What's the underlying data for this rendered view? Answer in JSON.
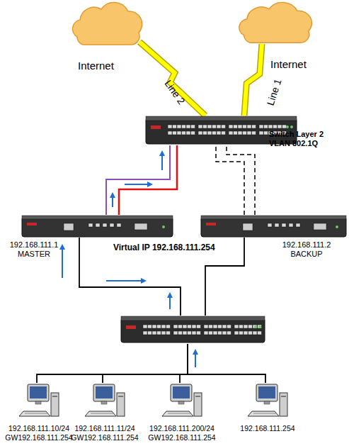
{
  "diagram": {
    "nodes": [
      {
        "text": [
          "Internet"
        ]
      },
      {
        "text": [
          "Internet"
        ]
      },
      {
        "text": [
          "Switch Layer 2 VLAN 802.1Q"
        ]
      },
      {
        "text": [
          "192.168.111.1 MASTER"
        ]
      },
      {
        "text": [
          "192.168.111.2 BACKUP"
        ]
      },
      {
        "text": []
      },
      {
        "text": [
          "192.168.111.10/24 GW192.168.111.254"
        ]
      },
      {
        "text": [
          "192.168.111.11/24 GW192.168.111.254"
        ]
      },
      {
        "text": [
          "192.168.111.200/24 GW192.168.111.254"
        ]
      },
      {
        "text": [
          "192.168.111.254"
        ]
      }
    ],
    "edges": [
      {
        "from": 0,
        "to": 2,
        "label": "Line 2",
        "arrow": "none"
      },
      {
        "from": 1,
        "to": 2,
        "label": "Line 1",
        "arrow": "none"
      },
      {
        "from": 3,
        "to": 2,
        "arrow": "none"
      },
      {
        "from": 4,
        "to": 2,
        "arrow": "none"
      },
      {
        "from": 5,
        "to": 3,
        "arrow": "none"
      },
      {
        "from": 5,
        "to": 4,
        "arrow": "none"
      },
      {
        "from": 6,
        "to": 5,
        "arrow": "none"
      },
      {
        "from": 7,
        "to": 5,
        "arrow": "none"
      },
      {
        "from": 8,
        "to": 5,
        "arrow": "none"
      },
      {
        "from": 9,
        "to": 5,
        "arrow": "none"
      }
    ],
    "labels": [
      "Virtual IP 192.168.111.254"
    ]
  }
}
